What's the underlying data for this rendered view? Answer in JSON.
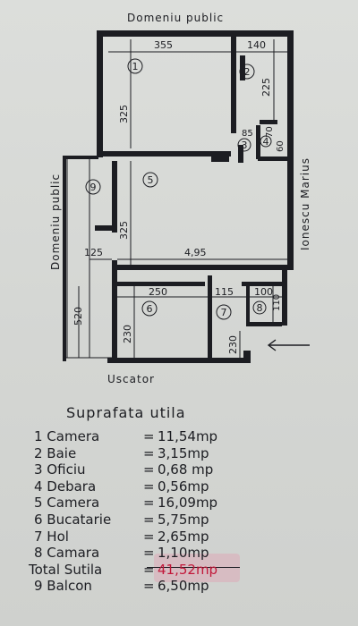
{
  "plan": {
    "top_label": "Domeniu public",
    "left_label": "Domeniu public",
    "right_label": "Ionescu Marius",
    "bottom_label": "Uscator",
    "room_numbers": [
      "1",
      "2",
      "3",
      "4",
      "5",
      "6",
      "7",
      "8",
      "9"
    ],
    "dimensions": {
      "d355": "355",
      "d140": "140",
      "d225": "225",
      "d325a": "325",
      "d85": "85",
      "d70": "70",
      "d60": "60",
      "d325b": "325",
      "d125": "125",
      "d495": "4,95",
      "d250": "250",
      "d115": "115",
      "d100": "100",
      "d110": "110",
      "d520": "520",
      "d230a": "230",
      "d230b": "230"
    }
  },
  "legend": {
    "title": "Suprafata utila",
    "rows": [
      {
        "name": "1 Camera",
        "eq": "=",
        "value": "11,54mp"
      },
      {
        "name": "2 Baie",
        "eq": "=",
        "value": "3,15mp"
      },
      {
        "name": "3 Oficiu",
        "eq": "=",
        "value": "0,68 mp"
      },
      {
        "name": "4 Debara",
        "eq": "=",
        "value": "0,56mp"
      },
      {
        "name": "5 Camera",
        "eq": "=",
        "value": "16,09mp"
      },
      {
        "name": "6 Bucatarie",
        "eq": "=",
        "value": "5,75mp"
      },
      {
        "name": "7 Hol",
        "eq": "=",
        "value": "2,65mp"
      },
      {
        "name": "8 Camara",
        "eq": "=",
        "value": "1,10mp"
      },
      {
        "name": "Total Sutila",
        "eq": "=",
        "value": "41,52mp"
      },
      {
        "name": "9 Balcon",
        "eq": "=",
        "value": "6,50mp"
      }
    ]
  },
  "colors": {
    "ink": "#1c1d22",
    "highlight": "#c2183a",
    "paper": "#d6d8d5"
  }
}
